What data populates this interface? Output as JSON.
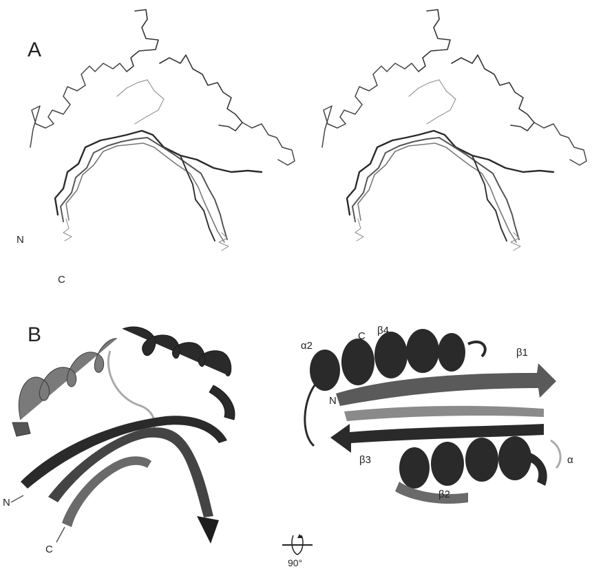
{
  "panel_a": {
    "letter": "A",
    "labels": {
      "n": "N",
      "c": "C"
    }
  },
  "panel_b": {
    "letter": "B",
    "left_labels": {
      "n": "N",
      "c": "C"
    },
    "right_labels": {
      "alpha2": "α2",
      "c": "C",
      "beta4": "β4",
      "beta1": "β1",
      "n": "N",
      "beta3": "β3",
      "beta2": "β2",
      "alpha": "α"
    }
  },
  "rotation": {
    "label": "90°",
    "icon": "rotation-icon"
  },
  "colors": {
    "dark": "#2a2a2a",
    "mid": "#6a6a6a",
    "light": "#b8b8b8"
  }
}
